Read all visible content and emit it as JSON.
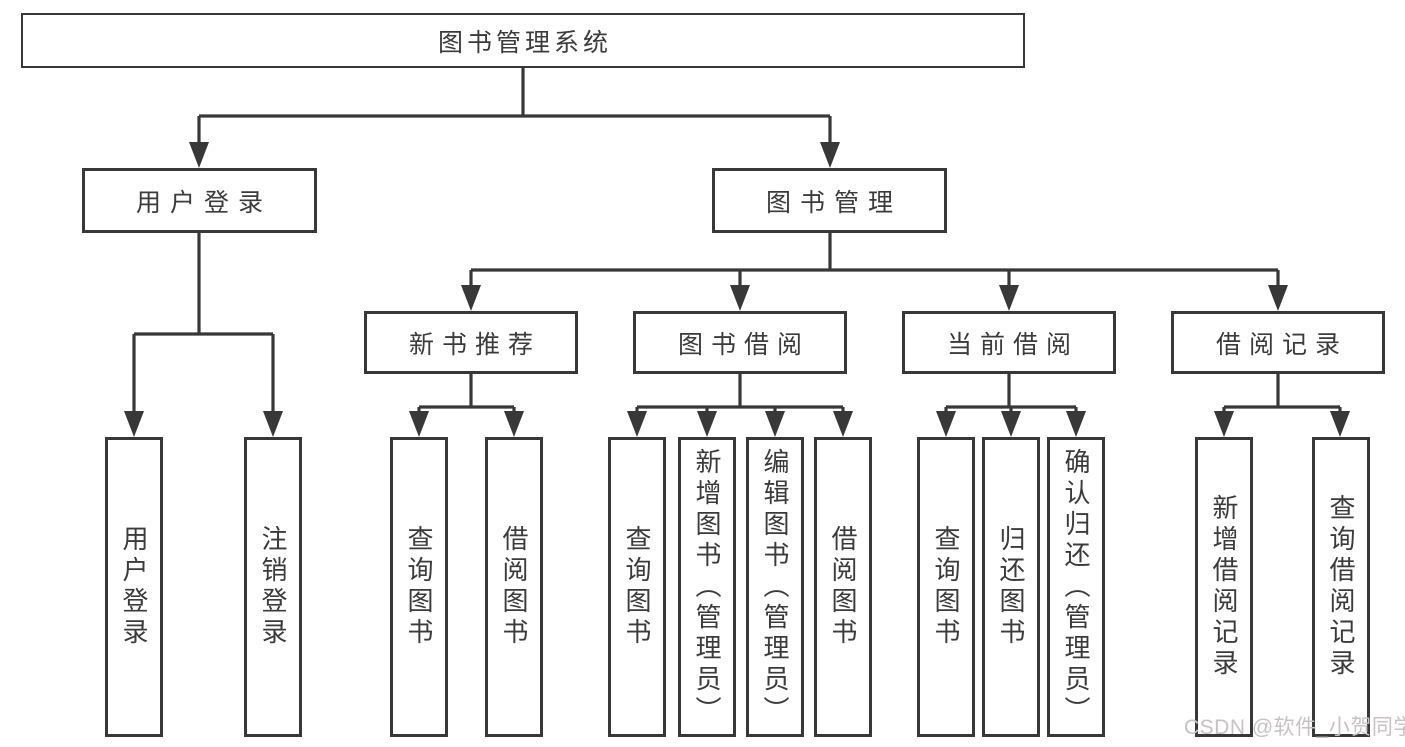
{
  "diagram": {
    "root": {
      "label": "图书管理系统"
    },
    "level2": [
      {
        "label": "用户登录"
      },
      {
        "label": "图书管理"
      }
    ],
    "level3": [
      {
        "label": "新书推荐",
        "parent": "图书管理"
      },
      {
        "label": "图书借阅",
        "parent": "图书管理"
      },
      {
        "label": "当前借阅",
        "parent": "图书管理"
      },
      {
        "label": "借阅记录",
        "parent": "图书管理"
      }
    ],
    "leaves": [
      {
        "label": "用户登录",
        "parent": "用户登录"
      },
      {
        "label": "注销登录",
        "parent": "用户登录"
      },
      {
        "label": "查询图书",
        "parent": "新书推荐"
      },
      {
        "label": "借阅图书",
        "parent": "新书推荐"
      },
      {
        "label": "查询图书",
        "parent": "图书借阅"
      },
      {
        "label": "新增图书（管理员）",
        "parent": "图书借阅"
      },
      {
        "label": "编辑图书（管理员）",
        "parent": "图书借阅"
      },
      {
        "label": "借阅图书",
        "parent": "图书借阅"
      },
      {
        "label": "查询图书",
        "parent": "当前借阅"
      },
      {
        "label": "归还图书",
        "parent": "当前借阅"
      },
      {
        "label": "确认归还（管理员）",
        "parent": "当前借阅"
      },
      {
        "label": "新增借阅记录",
        "parent": "借阅记录"
      },
      {
        "label": "查询借阅记录",
        "parent": "借阅记录"
      }
    ]
  },
  "watermark": {
    "text": "CSDN @软件_小贺同学"
  },
  "colors": {
    "line": "#383838",
    "text": "#3b3b3b",
    "background": "#ffffff",
    "watermark": "#c8c2c7"
  }
}
